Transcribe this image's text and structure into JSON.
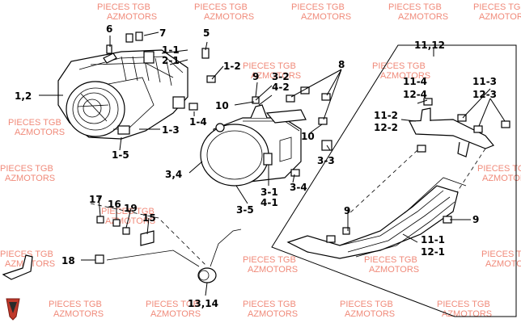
{
  "watermark": {
    "line1": "PIECES TGB",
    "line2": "AZMOTORS",
    "color": "#f08a7a"
  },
  "labels": {
    "l_1_2": "1,2",
    "l_6": "6",
    "l_7": "7",
    "l_5": "5",
    "l_1_1": "1-1",
    "l_2_1": "2-1",
    "l_1_2b": "1-2",
    "l_9a": "9",
    "l_10a": "10",
    "l_1_4": "1-4",
    "l_1_3": "1-3",
    "l_1_5": "1-5",
    "l_3_2": "3-2",
    "l_4_2": "4-2",
    "l_8": "8",
    "l_10b": "10",
    "l_3_3": "3-3",
    "l_3_4": "3,4",
    "l_3_1": "3-1",
    "l_4_1": "4-1",
    "l_3_4b": "3-4",
    "l_3_5": "3-5",
    "l_11_12": "11,12",
    "l_11_4": "11-4",
    "l_12_4": "12-4",
    "l_11_3": "11-3",
    "l_12_3": "12-3",
    "l_11_2": "11-2",
    "l_12_2": "12-2",
    "l_9b": "9",
    "l_9c": "9",
    "l_11_1": "11-1",
    "l_12_1": "12-1",
    "l_17": "17",
    "l_16": "16",
    "l_19": "19",
    "l_15": "15",
    "l_18": "18",
    "l_13_14": "13,14"
  }
}
